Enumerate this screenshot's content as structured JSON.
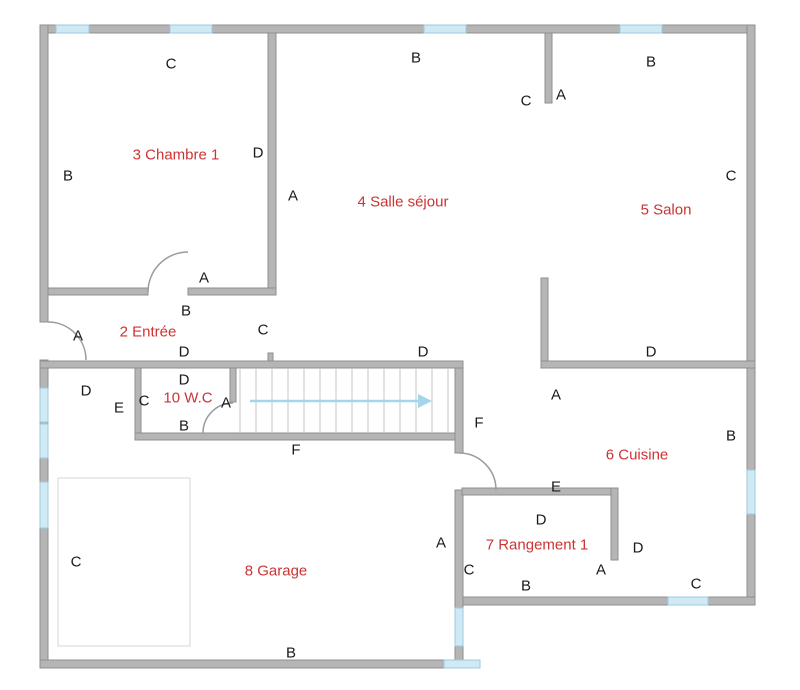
{
  "colors": {
    "wall": "#b5b5b5",
    "wallBorder": "#8f8f8f",
    "window": "#cfe9f5",
    "windowBorder": "#9ccbe0",
    "roomLabel": "#cc3333",
    "wallLabel": "#1a1a1a",
    "arrow": "#a5d5ea"
  },
  "rooms": [
    {
      "id": "entree",
      "label": "2 Entrée"
    },
    {
      "id": "chambre1",
      "label": "3 Chambre 1"
    },
    {
      "id": "salle_sejour",
      "label": "4 Salle séjour"
    },
    {
      "id": "salon",
      "label": "5 Salon"
    },
    {
      "id": "cuisine",
      "label": "6 Cuisine"
    },
    {
      "id": "rangement1",
      "label": "7 Rangement 1"
    },
    {
      "id": "garage",
      "label": "8 Garage"
    },
    {
      "id": "wc",
      "label": "10 W.C"
    }
  ],
  "wall_labels": [
    {
      "text": "C"
    },
    {
      "text": "B"
    },
    {
      "text": "D"
    },
    {
      "text": "A"
    },
    {
      "text": "B"
    },
    {
      "text": "C"
    },
    {
      "text": "A"
    },
    {
      "text": "B"
    },
    {
      "text": "C"
    },
    {
      "text": "A"
    },
    {
      "text": "B"
    },
    {
      "text": "A"
    },
    {
      "text": "C"
    },
    {
      "text": "D"
    },
    {
      "text": "D"
    },
    {
      "text": "D"
    },
    {
      "text": "A"
    },
    {
      "text": "D"
    },
    {
      "text": "E"
    },
    {
      "text": "C"
    },
    {
      "text": "D"
    },
    {
      "text": "A"
    },
    {
      "text": "B"
    },
    {
      "text": "F"
    },
    {
      "text": "F"
    },
    {
      "text": "B"
    },
    {
      "text": "E"
    },
    {
      "text": "D"
    },
    {
      "text": "A"
    },
    {
      "text": "C"
    },
    {
      "text": "D"
    },
    {
      "text": "A"
    },
    {
      "text": "B"
    },
    {
      "text": "C"
    },
    {
      "text": "C"
    },
    {
      "text": "B"
    }
  ]
}
